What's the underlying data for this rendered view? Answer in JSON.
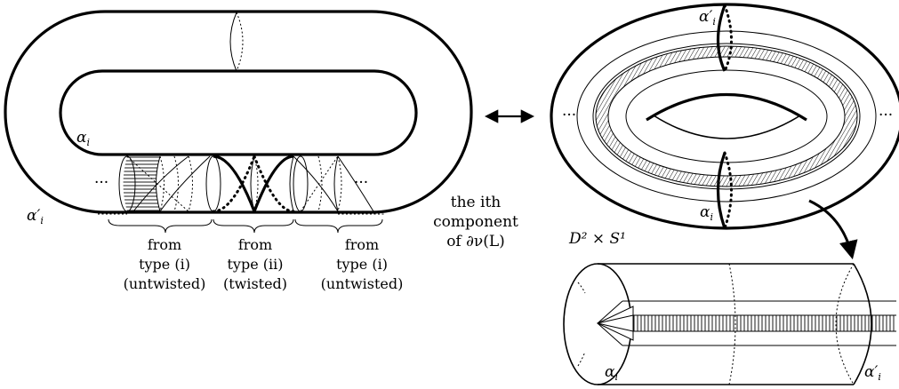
{
  "left_figure": {
    "alpha_i": "α",
    "alpha_i_sub": "i",
    "alpha_i_prime": "α′",
    "alpha_i_prime_sub": "i",
    "dots_left": "···",
    "dots_right": "···",
    "component_caption": [
      "the ith",
      "component",
      "of ∂ν(L)"
    ],
    "regions": [
      {
        "lines": [
          "from",
          "type (i)",
          "(untwisted)"
        ]
      },
      {
        "lines": [
          "from",
          "type (ii)",
          "(twisted)"
        ]
      },
      {
        "lines": [
          "from",
          "type (i)",
          "(untwisted)"
        ]
      }
    ]
  },
  "right_figure": {
    "alpha_i_prime": "α′",
    "alpha_i_prime_sub": "i",
    "alpha_i": "α",
    "alpha_i_sub": "i",
    "dots_left": "···",
    "dots_right": "···",
    "solid_torus_label": "D² × S¹"
  },
  "bottom_figure": {
    "alpha_i": "α",
    "alpha_i_sub": "i",
    "alpha_i_prime": "α′",
    "alpha_i_prime_sub": "i"
  },
  "arrows": {
    "double_arrow": "double-headed-arrow",
    "curved_arrow": "curved-down-arrow"
  }
}
